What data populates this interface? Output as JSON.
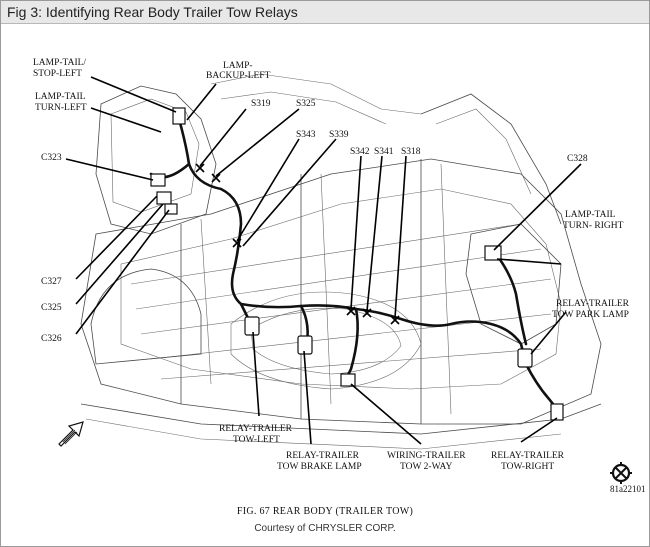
{
  "window": {
    "title": "Fig 3: Identifying Rear Body Trailer Tow Relays"
  },
  "labels": {
    "lamp_tail_stop_left_1": "LAMP-TAIL/",
    "lamp_tail_stop_left_2": "STOP-LEFT",
    "lamp_backup_left_1": "LAMP-",
    "lamp_backup_left_2": "BACKUP-LEFT",
    "lamp_tail_turn_left_1": "LAMP-TAIL",
    "lamp_tail_turn_left_2": "TURN-LEFT",
    "s319": "S319",
    "s325": "S325",
    "s343": "S343",
    "s339": "S339",
    "s342": "S342",
    "s341": "S341",
    "s318": "S318",
    "c323": "C323",
    "c328": "C328",
    "c327": "C327",
    "c325": "C325",
    "c326": "C326",
    "lamp_tail_turn_right_1": "LAMP-TAIL",
    "lamp_tail_turn_right_2": "TURN- RIGHT",
    "relay_park_1": "RELAY-TRAILER",
    "relay_park_2": "TOW PARK LAMP",
    "relay_tow_left_1": "RELAY-TRAILER",
    "relay_tow_left_2": "TOW-LEFT",
    "relay_brake_1": "RELAY-TRAILER",
    "relay_brake_2": "TOW BRAKE LAMP",
    "wiring_1": "WIRING-TRAILER",
    "wiring_2": "TOW 2-WAY",
    "relay_tow_right_1": "RELAY-TRAILER",
    "relay_tow_right_2": "TOW-RIGHT",
    "part_number": "81a22101"
  },
  "caption": {
    "figure": "FIG. 67    REAR BODY (TRAILER TOW)",
    "courtesy": "Courtesy of CHRYSLER CORP."
  }
}
